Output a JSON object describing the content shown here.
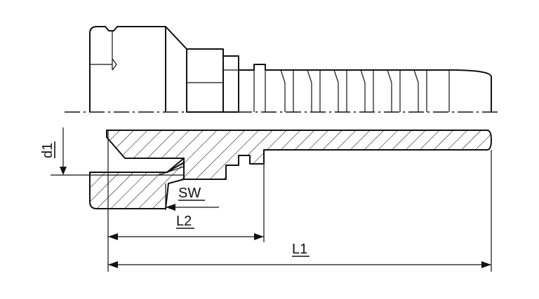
{
  "labels": {
    "d1": "d1",
    "sw": "SW",
    "l2": "L2",
    "l1": "L1"
  }
}
